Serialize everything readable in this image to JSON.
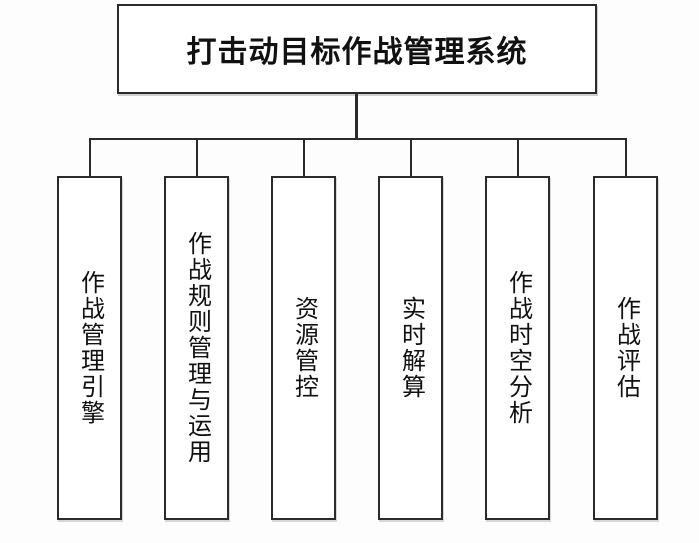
{
  "diagram": {
    "type": "org-chart",
    "root": {
      "label": "打击动目标作战管理系统"
    },
    "children": [
      {
        "label": "作战管理引擎"
      },
      {
        "label": "作战规则管理与运用"
      },
      {
        "label": "资源管控"
      },
      {
        "label": "实时解算"
      },
      {
        "label": "作战时空分析"
      },
      {
        "label": "作战评估"
      }
    ],
    "colors": {
      "background": "#fdfdfd",
      "box_fill": "#ffffff",
      "border": "#2b2b2b",
      "line": "#2b2b2b",
      "text": "#111111"
    }
  }
}
